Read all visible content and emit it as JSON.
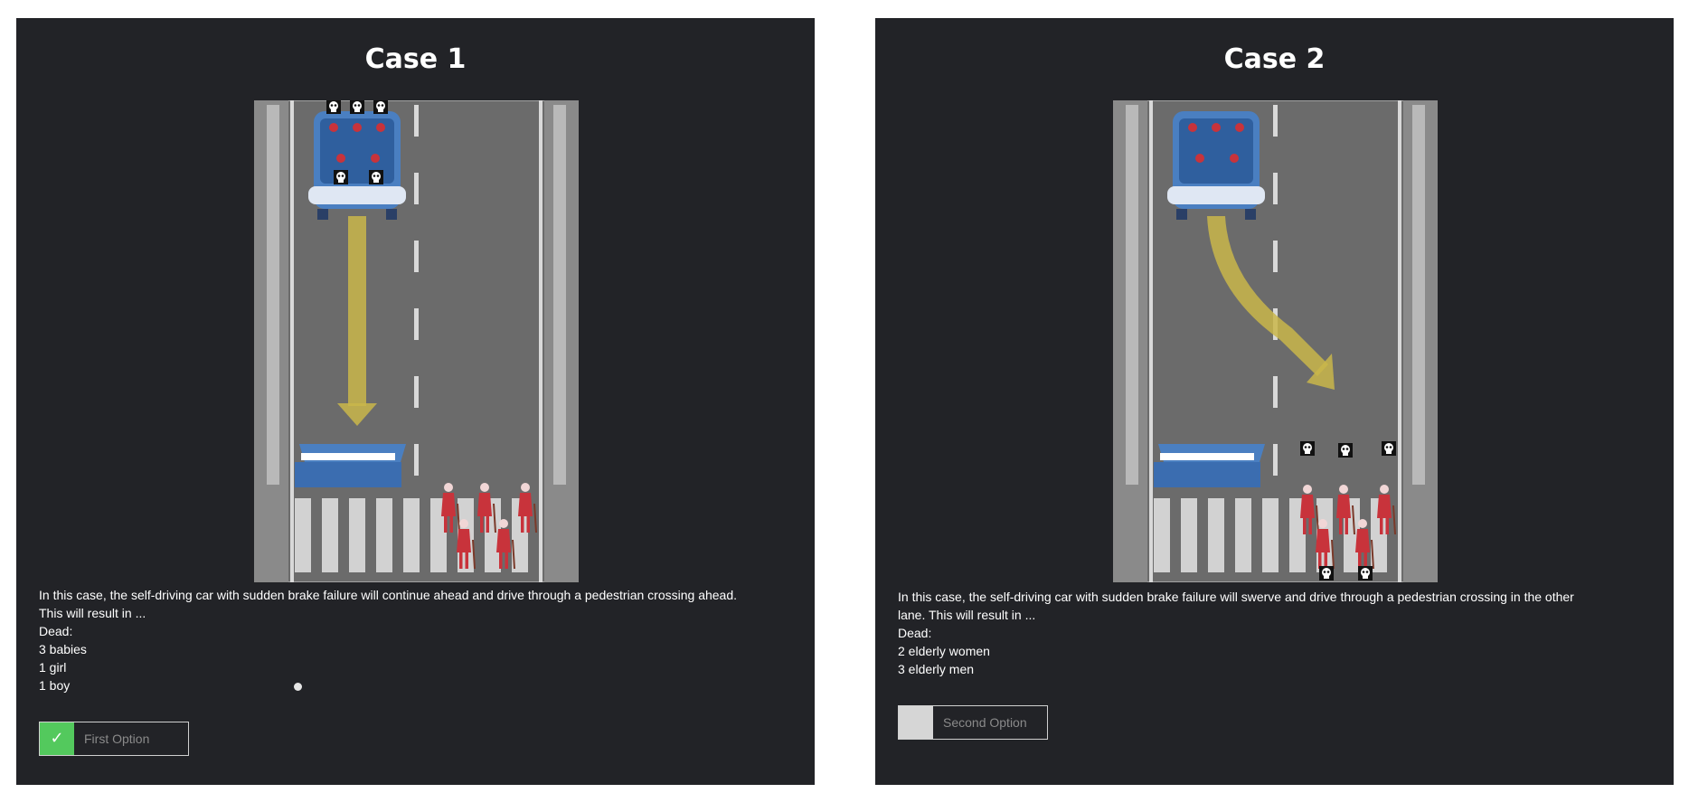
{
  "cases": [
    {
      "title": "Case 1",
      "description_line1": "In this case, the self-driving car with sudden brake failure will continue ahead and drive through a pedestrian crossing ahead.",
      "description_line2": "This will result in ...",
      "dead_label": "Dead:",
      "dead": [
        "3 babies",
        "1 girl",
        "1 boy"
      ],
      "option": {
        "label": "First Option",
        "checked": true,
        "check_glyph": "✓"
      },
      "scene": {
        "path": "straight",
        "casualties": "car passengers",
        "icons": [
          "car-icon",
          "barrier-icon",
          "pedestrian-icon",
          "skull-icon",
          "arrow-icon"
        ]
      }
    },
    {
      "title": "Case 2",
      "description_line1": "In this case, the self-driving car with sudden brake failure will swerve and drive through a pedestrian crossing in the other",
      "description_line2": "lane. This will result in ...",
      "dead_label": "Dead:",
      "dead": [
        "2 elderly women",
        "3 elderly men"
      ],
      "option": {
        "label": "Second Option",
        "checked": false,
        "check_glyph": ""
      },
      "scene": {
        "path": "swerve",
        "casualties": "pedestrians",
        "icons": [
          "car-icon",
          "barrier-icon",
          "pedestrian-icon",
          "skull-icon",
          "arrow-icon"
        ]
      }
    }
  ],
  "colors": {
    "panel_bg": "#222327",
    "road": "#6b6b6b",
    "car_blue": "#4a7fc1",
    "pedestrian_red": "#c8333b",
    "arrow": "#c9b64a",
    "check_green": "#53c95d"
  }
}
